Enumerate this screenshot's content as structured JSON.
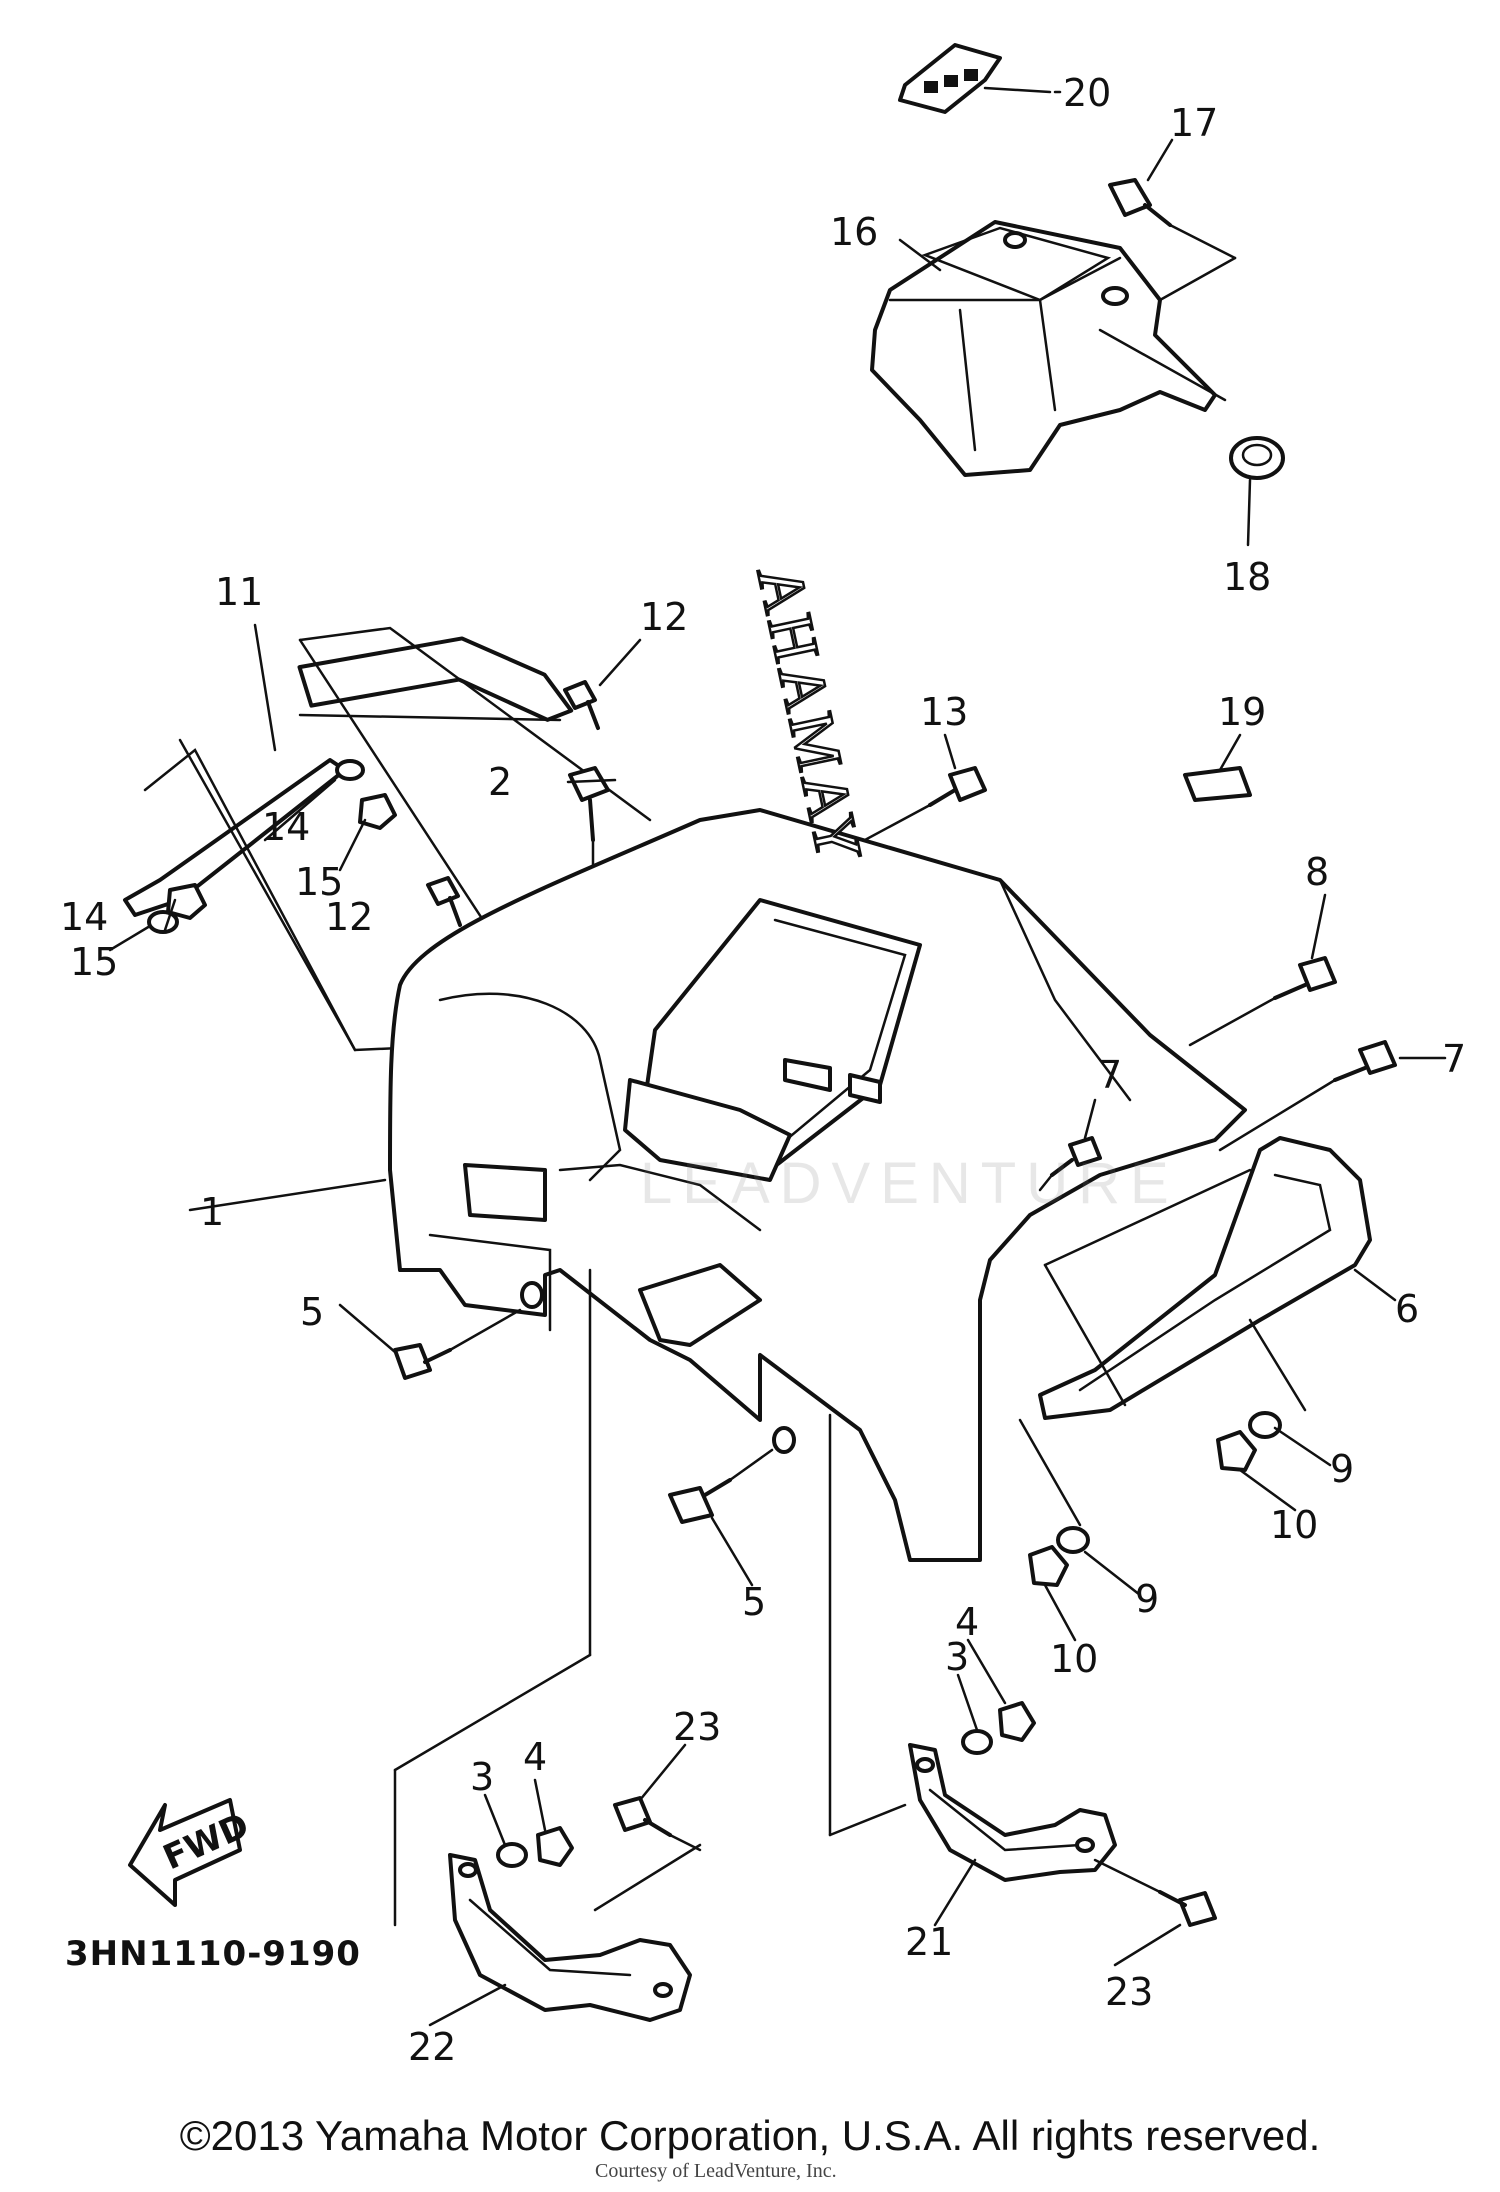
{
  "diagram": {
    "catalog_code": "3HN1110-9190",
    "brand_text": "YAMAHA",
    "fwd_label": "FWD",
    "callouts": [
      {
        "id": "c1",
        "label": "1"
      },
      {
        "id": "c2",
        "label": "2"
      },
      {
        "id": "c3a",
        "label": "3"
      },
      {
        "id": "c3b",
        "label": "3"
      },
      {
        "id": "c4a",
        "label": "4"
      },
      {
        "id": "c4b",
        "label": "4"
      },
      {
        "id": "c5a",
        "label": "5"
      },
      {
        "id": "c5b",
        "label": "5"
      },
      {
        "id": "c6",
        "label": "6"
      },
      {
        "id": "c7a",
        "label": "7"
      },
      {
        "id": "c7b",
        "label": "7"
      },
      {
        "id": "c8",
        "label": "8"
      },
      {
        "id": "c9a",
        "label": "9"
      },
      {
        "id": "c9b",
        "label": "9"
      },
      {
        "id": "c10a",
        "label": "10"
      },
      {
        "id": "c10b",
        "label": "10"
      },
      {
        "id": "c11",
        "label": "11"
      },
      {
        "id": "c12a",
        "label": "12"
      },
      {
        "id": "c12b",
        "label": "12"
      },
      {
        "id": "c13",
        "label": "13"
      },
      {
        "id": "c14a",
        "label": "14"
      },
      {
        "id": "c14b",
        "label": "14"
      },
      {
        "id": "c15a",
        "label": "15"
      },
      {
        "id": "c15b",
        "label": "15"
      },
      {
        "id": "c16",
        "label": "16"
      },
      {
        "id": "c17",
        "label": "17"
      },
      {
        "id": "c18",
        "label": "18"
      },
      {
        "id": "c19",
        "label": "19"
      },
      {
        "id": "c20",
        "label": "20"
      },
      {
        "id": "c21",
        "label": "21"
      },
      {
        "id": "c22",
        "label": "22"
      },
      {
        "id": "c23a",
        "label": "23"
      },
      {
        "id": "c23b",
        "label": "23"
      }
    ]
  },
  "watermark": "LEADVENTURE",
  "footer": {
    "copyright": "©2013 Yamaha Motor Corporation, U.S.A. All rights reserved.",
    "courtesy": "Courtesy of LeadVenture, Inc."
  }
}
